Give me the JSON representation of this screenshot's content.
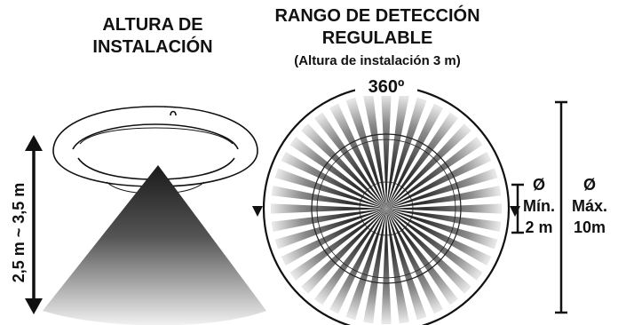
{
  "left_panel": {
    "title_line1": "ALTURA DE",
    "title_line2": "INSTALACIÓN",
    "height_range": "2,5 m ~ 3,5 m"
  },
  "right_panel": {
    "title_line1": "RANGO DE DETECCIÓN",
    "title_line2": "REGULABLE",
    "subtitle": "(Altura de instalación 3 m)",
    "angle": "360º",
    "min_symbol": "Ø",
    "min_label": "Mín.",
    "min_value": "2 m",
    "max_symbol": "Ø",
    "max_label": "Máx.",
    "max_value": "10m"
  },
  "colors": {
    "ink": "#111111",
    "background": "#ffffff"
  },
  "icons": [
    "ceiling-sensor-lamp-icon",
    "detection-cone-icon",
    "radial-detection-pattern-icon"
  ]
}
